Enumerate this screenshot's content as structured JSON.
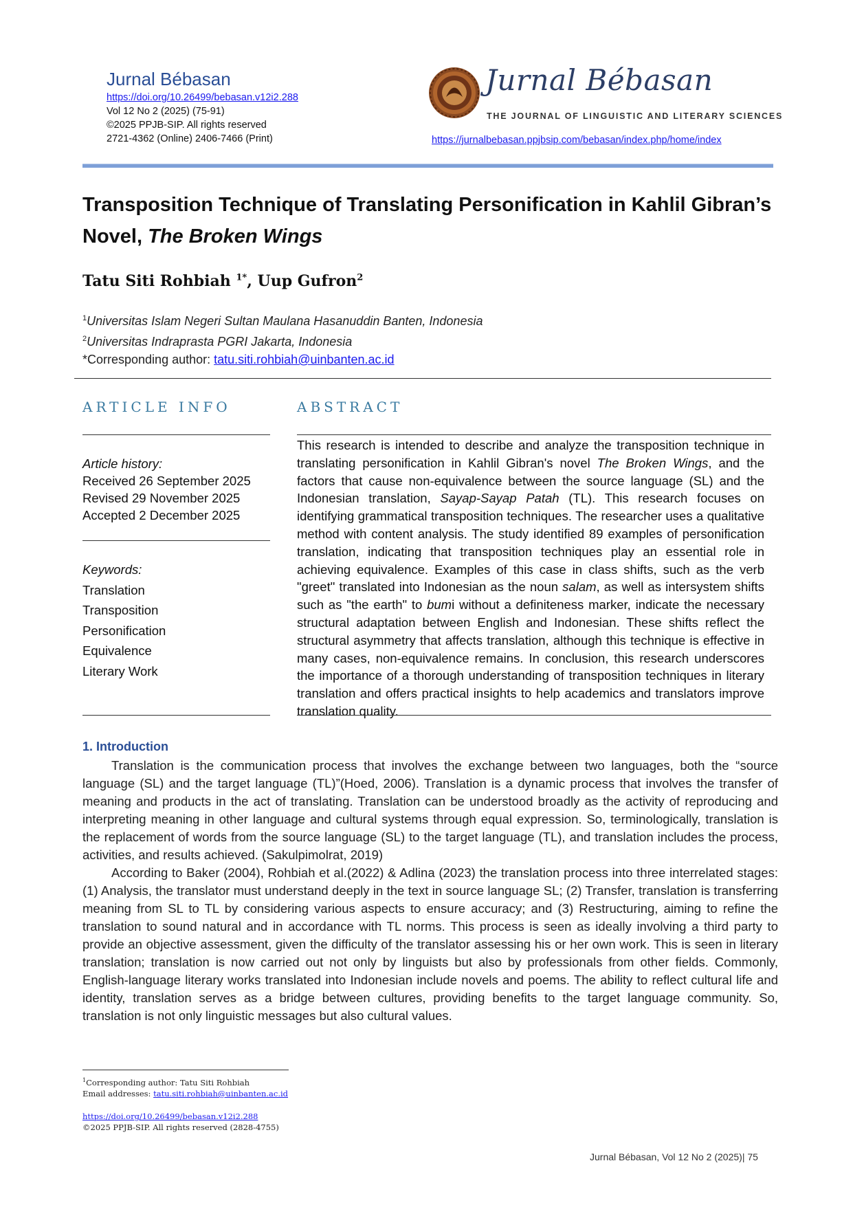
{
  "header": {
    "journal_name": "Jurnal Bébasan",
    "doi": "https://doi.org/10.26499/bebasan.v12i2.288",
    "volume": "Vol  12 No 2 (2025) (75-91)",
    "copyright": "©2025 PPJB-SIP. All rights reserved",
    "issn": "2721-4362 (Online) 2406-7466 (Print)",
    "logo_title": "Jurnal Bébasan",
    "logo_subtitle": "THE JOURNAL OF LINGUISTIC AND LITERARY SCIENCES",
    "site_url": "https://jurnalbebasan.ppjbsip.com/bebasan/index.php/home/index"
  },
  "title_main": "Transposition Technique of Translating Personification in Kahlil Gibran’s Novel, ",
  "title_italic": "The Broken Wings",
  "authors": {
    "a1": "Tatu Siti Rohbiah ",
    "a1_sup": "1*",
    "sep": ", Uup Gufron",
    "a2_sup": "2"
  },
  "affiliations": {
    "aff1_num": "1",
    "aff1": "Universitas Islam Negeri Sultan Maulana Hasanuddin Banten, Indonesia",
    "aff2_num": "2",
    "aff2": "Universitas Indraprasta PGRI Jakarta, Indonesia",
    "corr_label": "*Corresponding author: ",
    "corr_email": "tatu.siti.rohbiah@uinbanten.ac.id"
  },
  "article_info": {
    "heading": "ARTICLE INFO",
    "history_label": "Article history:",
    "received": "Received 26 September 2025",
    "revised": "Revised 29 November 2025",
    "accepted": "Accepted 2 December 2025",
    "keywords_label": "Keywords:",
    "keywords": [
      "Translation",
      "Transposition",
      "Personification",
      "Equivalence",
      "Literary Work"
    ]
  },
  "abstract": {
    "heading": "ABSTRACT",
    "p1": "This research is intended to describe and analyze the transposition technique in translating personification in Kahlil Gibran's novel ",
    "i1": "The Broken Wings",
    "p2": ", and the factors that cause non-equivalence between the source language (SL) and the Indonesian translation, ",
    "i2": "Sayap-Sayap Patah",
    "p3": " (TL). This research focuses on identifying grammatical transposition techniques. The researcher uses a qualitative method with content analysis. The study identified 89 examples of personification translation, indicating that transposition techniques play an essential role in achieving equivalence. Examples of this case in class shifts, such as the verb \"greet\" translated into Indonesian as the noun ",
    "i3": "salam",
    "p4": ", as well as intersystem shifts such as \"the earth\" to ",
    "i4": "bum",
    "p5": "i without a definiteness marker, indicate the necessary structural adaptation between English and Indonesian. These shifts reflect the structural asymmetry that affects translation, although this technique is effective in many cases, non-equivalence remains. In conclusion, this research underscores the importance of a thorough understanding of transposition techniques in literary translation and offers practical insights to help academics and translators improve translation quality."
  },
  "introduction": {
    "heading": "1. Introduction",
    "para1": "Translation is the communication process that involves the exchange between two languages, both the “source language (SL) and the target language (TL)”(Hoed, 2006). Translation is a dynamic process that involves the transfer of meaning and products in the act of translating. Translation can be understood broadly as the activity of reproducing and interpreting meaning in other language and cultural systems through equal expression. So, terminologically, translation is the replacement of words from the source language (SL) to the target language (TL), and translation includes the process, activities, and results achieved. (Sakulpimolrat, 2019)",
    "para2": "According to Baker (2004),  Rohbiah et al.(2022) &  Adlina (2023) the translation process into three interrelated stages: (1) Analysis, the translator must understand deeply in the text in source language SL; (2) Transfer, translation is transferring meaning from SL to TL by considering various aspects to ensure accuracy; and (3) Restructuring, aiming to refine the translation to sound natural and in accordance with TL norms. This process is seen as ideally involving a third party to provide an objective assessment, given the difficulty of the translator assessing his or her own work. This is seen in literary translation; translation is now carried out not only by linguists but also by professionals from other fields. Commonly, English-language literary works translated into Indonesian include novels and poems. The ability to reflect cultural life and identity, translation serves as a bridge between cultures, providing benefits to the target language community. So, translation is not only linguistic messages but also cultural values."
  },
  "footnote": {
    "sup": "1",
    "line1": "Corresponding author: Tatu Siti Rohbiah",
    "email_label": "Email addresses: ",
    "email": "tatu.siti.rohbiah@uinbanten.ac.id",
    "doi": "https://doi.org/10.26499/bebasan.v12i2.288",
    "copyright": "©2025 PPJB-SIP. All rights reserved (2828-4755)"
  },
  "page_footer": "Jurnal Bébasan, Vol 12 No 2 (2025)| 75"
}
